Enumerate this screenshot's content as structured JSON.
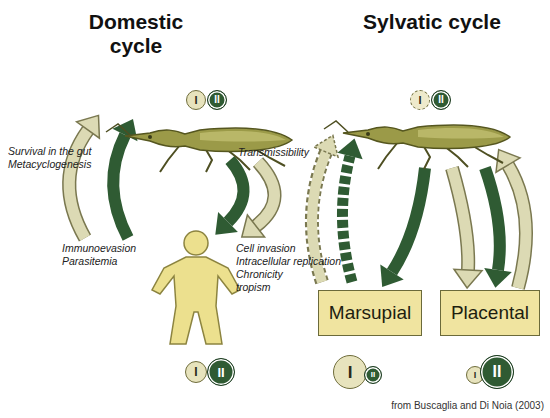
{
  "diagram": {
    "caption": "from Buscaglia and Di Noia (2003)",
    "nodes": [
      {
        "text": [
          "I"
        ]
      },
      {
        "text": [
          "II"
        ]
      },
      {
        "text": [
          "I"
        ]
      },
      {
        "text": [
          "II"
        ]
      },
      {
        "text": [
          "Marsupial"
        ]
      },
      {
        "text": [
          "Placental"
        ]
      },
      {
        "text": [
          "I"
        ]
      },
      {
        "text": [
          "II"
        ]
      },
      {
        "text": [
          "I"
        ]
      },
      {
        "text": [
          "II"
        ]
      },
      {
        "text": [
          "I"
        ]
      },
      {
        "text": [
          "II"
        ]
      }
    ],
    "labels": [
      "Domestic cycle",
      "Sylvatic cycle",
      "Survival in the gut",
      "Metacyclogenesis",
      "Transmissibility",
      "Immunoevasion",
      "Parasitemia",
      "Cell invasion",
      "Intracellular replication",
      "Chronicity",
      "tropism"
    ]
  }
}
